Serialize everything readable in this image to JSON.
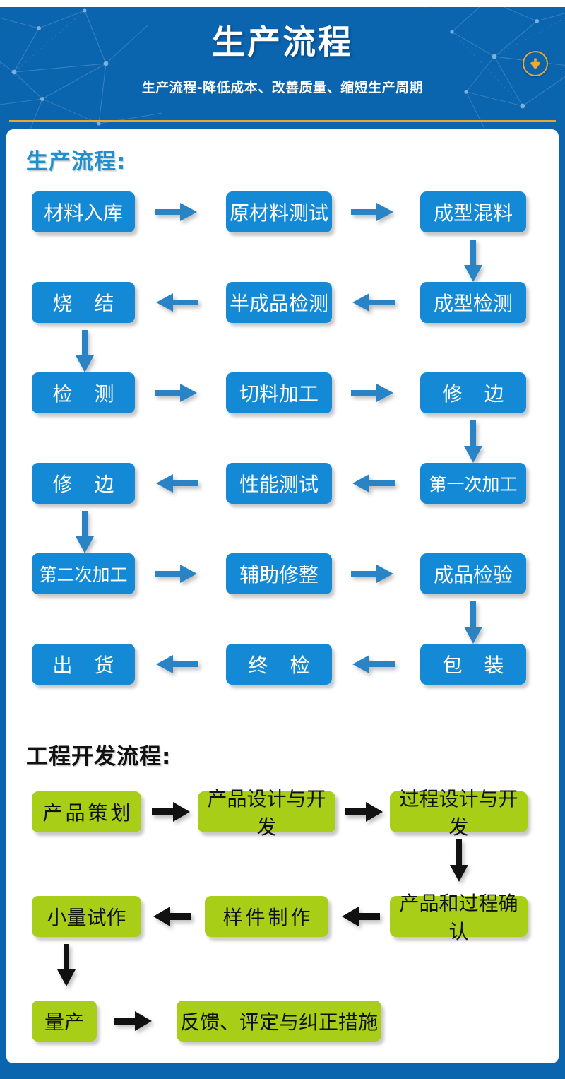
{
  "header": {
    "title": "生产流程",
    "subtitle": "生产流程-降低成本、改善质量、缩短生产周期",
    "download_icon": "download-arrow-circle-icon",
    "background_color": "#0b64ae",
    "accent_rule_color": "#eaa72e"
  },
  "sections": [
    {
      "id": "production",
      "title": "生产流程:",
      "title_color": "#1f8fd0",
      "node_color": "#1489d5",
      "node_text_color": "#ffffff",
      "arrow_color": "#2a83c4",
      "rows": [
        {
          "direction": "ltr",
          "nodes": [
            "材料入库",
            "原材料测试",
            "成型混料"
          ]
        },
        {
          "direction": "rtl",
          "nodes": [
            "烧 结",
            "半成品检测",
            "成型检测"
          ]
        },
        {
          "direction": "ltr",
          "nodes": [
            "检 测",
            "切料加工",
            "修 边"
          ]
        },
        {
          "direction": "rtl",
          "nodes": [
            "修 边",
            "性能测试",
            "第一次加工"
          ]
        },
        {
          "direction": "ltr",
          "nodes": [
            "第二次加工",
            "辅助修整",
            "成品检验"
          ]
        },
        {
          "direction": "rtl",
          "nodes": [
            "出 货",
            "终 检",
            "包 装"
          ]
        }
      ]
    },
    {
      "id": "engineering",
      "title": "工程开发流程:",
      "title_color": "#111111",
      "node_color": "#a8ce17",
      "node_text_color": "#111111",
      "arrow_color": "#111111",
      "rows": [
        {
          "direction": "ltr",
          "nodes": [
            "产品策划",
            "产品设计与开发",
            "过程设计与开发"
          ]
        },
        {
          "direction": "rtl",
          "nodes": [
            "小量试作",
            "样件制作",
            "产品和过程确认"
          ]
        },
        {
          "direction": "ltr",
          "nodes": [
            "量产",
            "反馈、评定与纠正措施"
          ]
        }
      ]
    }
  ],
  "nodes": {
    "p1a": "材料入库",
    "p1b": "原材料测试",
    "p1c": "成型混料",
    "p2a": "烧 结",
    "p2b": "半成品检测",
    "p2c": "成型检测",
    "p3a": "检 测",
    "p3b": "切料加工",
    "p3c": "修 边",
    "p4a": "修 边",
    "p4b": "性能测试",
    "p4c": "第一次加工",
    "p5a": "第二次加工",
    "p5b": "辅助修整",
    "p5c": "成品检验",
    "p6a": "出 货",
    "p6b": "终 检",
    "p6c": "包 装",
    "e1a": "产品策划",
    "e1b": "产品设计与开发",
    "e1c": "过程设计与开发",
    "e2a": "小量试作",
    "e2b": "样件制作",
    "e2c": "产品和过程确认",
    "e3a": "量产",
    "e3b": "反馈、评定与纠正措施"
  }
}
